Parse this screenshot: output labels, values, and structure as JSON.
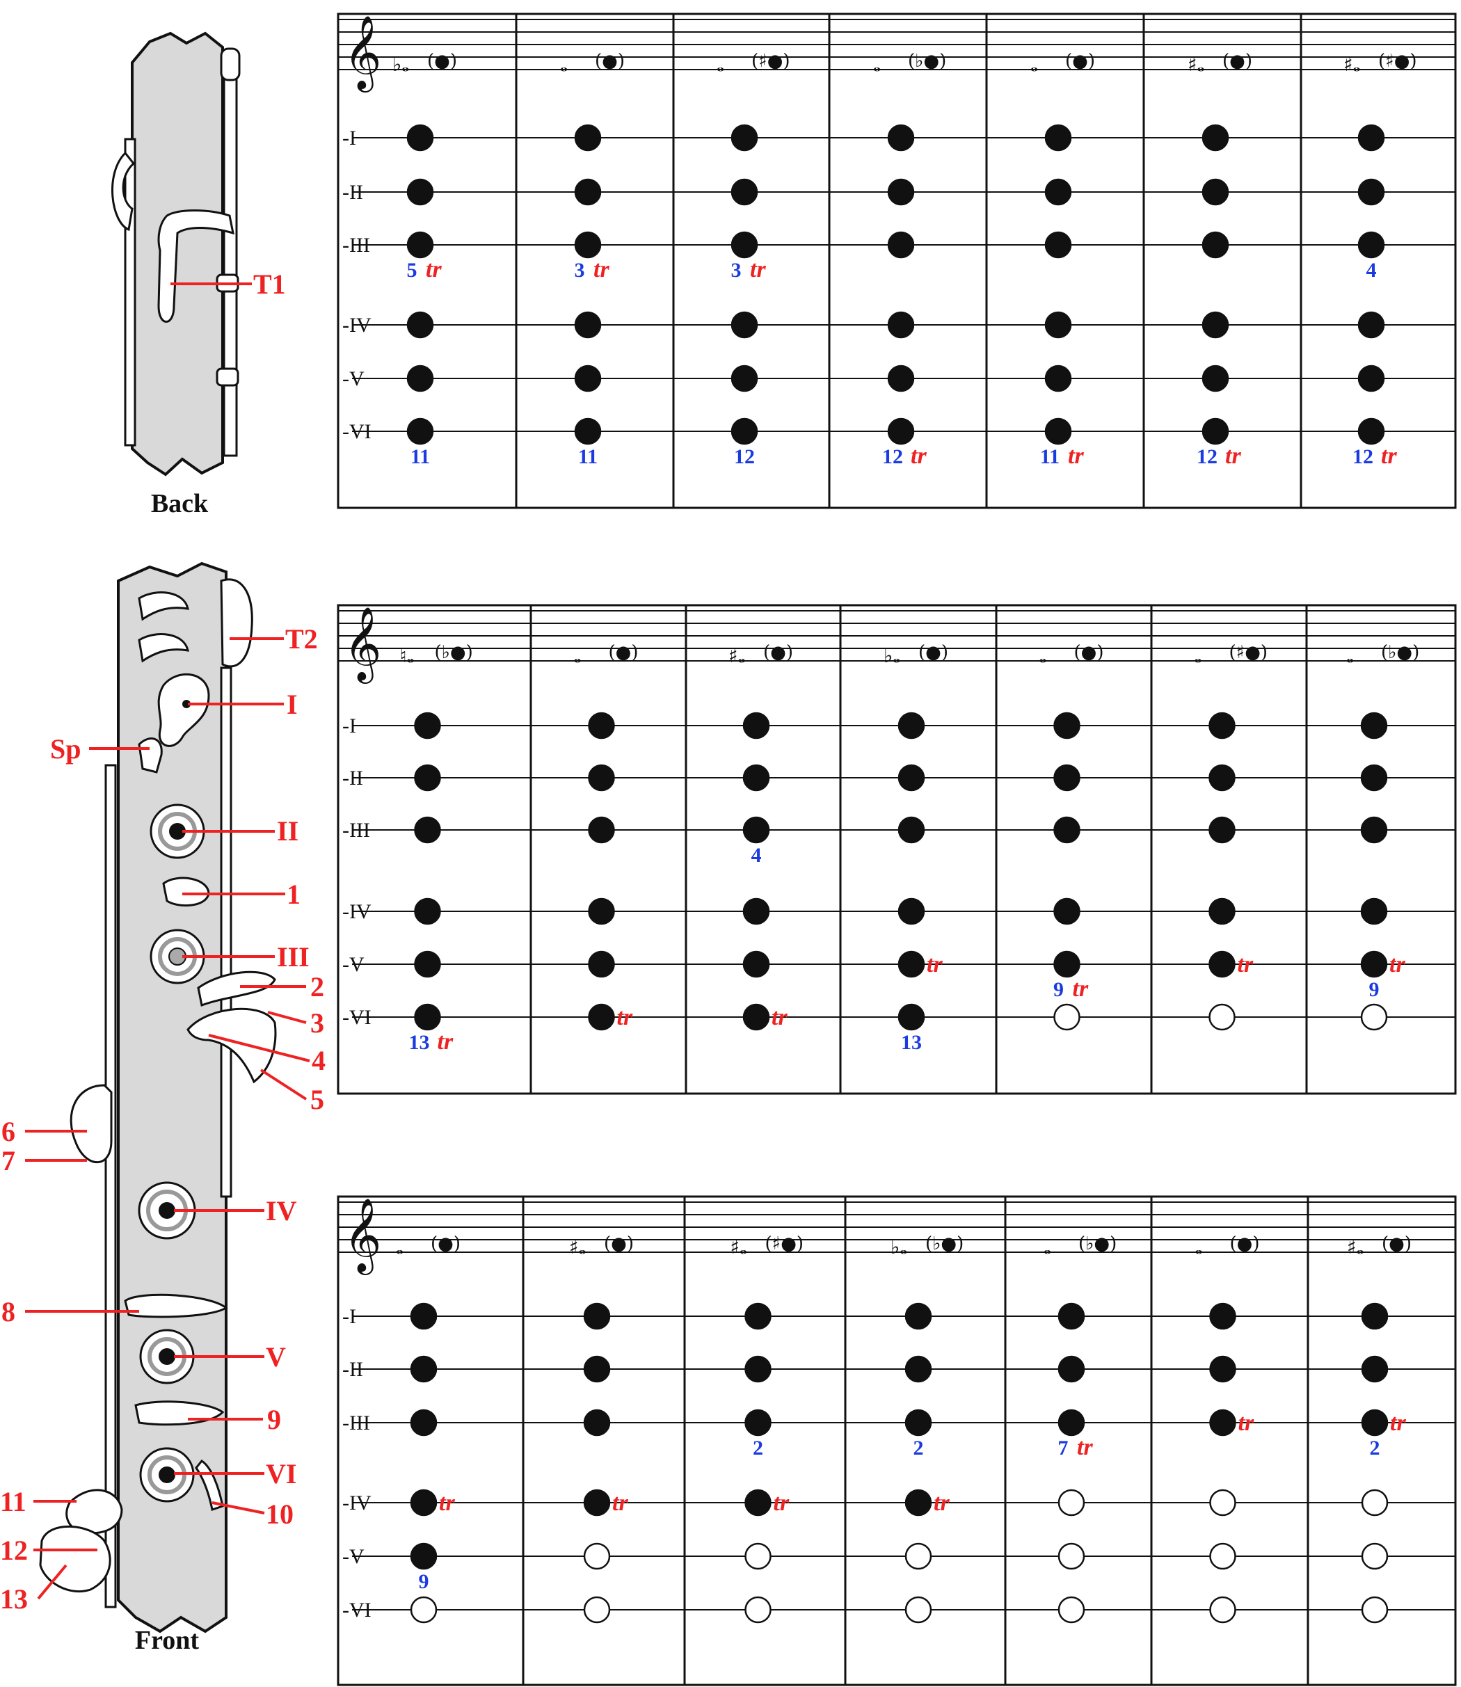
{
  "instrument_labels": {
    "back": {
      "caption": "Back",
      "keys": [
        "T1"
      ]
    },
    "front": {
      "caption": "Front",
      "keys_right": [
        "T2",
        "I",
        "II",
        "1",
        "III",
        "2",
        "3",
        "4",
        "5",
        "IV",
        "V",
        "9",
        "VI",
        "10"
      ],
      "keys_left": [
        "Sp",
        "6",
        "7",
        "8",
        "11",
        "12",
        "13"
      ]
    }
  },
  "hole_labels": [
    "I",
    "II",
    "III",
    "IV",
    "V",
    "VI"
  ],
  "colors": {
    "key_label": "#ee2222",
    "fingering_number": "#1a3be0",
    "trill_mark": "#ee2222",
    "body": "#d9d9d9",
    "ink": "#111111"
  },
  "trill_symbol": "tr",
  "charts": [
    {
      "notes": [
        {
          "main": "B♭",
          "trill": "B"
        },
        {
          "main": "B",
          "trill": "C"
        },
        {
          "main": "B",
          "trill": "C♯"
        },
        {
          "main": "C",
          "trill": "D♭"
        },
        {
          "main": "C",
          "trill": "D"
        },
        {
          "main": "C♯",
          "trill": "D"
        },
        {
          "main": "C♯",
          "trill": "D♯"
        }
      ],
      "columns": [
        {
          "holes": [
            "closed",
            "closed",
            "closed",
            "closed",
            "closed",
            "closed"
          ],
          "marks": [
            {
              "hole": 2,
              "pos": "below",
              "num": "5",
              "tr": true
            },
            {
              "hole": 5,
              "pos": "below",
              "num": "11",
              "tr": false
            }
          ]
        },
        {
          "holes": [
            "closed",
            "closed",
            "closed",
            "closed",
            "closed",
            "closed"
          ],
          "marks": [
            {
              "hole": 2,
              "pos": "below",
              "num": "3",
              "tr": true
            },
            {
              "hole": 5,
              "pos": "below",
              "num": "11",
              "tr": false
            }
          ]
        },
        {
          "holes": [
            "closed",
            "closed",
            "closed",
            "closed",
            "closed",
            "closed"
          ],
          "marks": [
            {
              "hole": 2,
              "pos": "below",
              "num": "3",
              "tr": true
            },
            {
              "hole": 5,
              "pos": "below",
              "num": "12",
              "tr": false
            }
          ]
        },
        {
          "holes": [
            "closed",
            "closed",
            "closed",
            "closed",
            "closed",
            "closed"
          ],
          "marks": [
            {
              "hole": 5,
              "pos": "below",
              "num": "12",
              "tr": true
            }
          ]
        },
        {
          "holes": [
            "closed",
            "closed",
            "closed",
            "closed",
            "closed",
            "closed"
          ],
          "marks": [
            {
              "hole": 5,
              "pos": "below",
              "num": "11",
              "tr": true
            }
          ]
        },
        {
          "holes": [
            "closed",
            "closed",
            "closed",
            "closed",
            "closed",
            "closed"
          ],
          "marks": [
            {
              "hole": 5,
              "pos": "below",
              "num": "12",
              "tr": true
            }
          ]
        },
        {
          "holes": [
            "closed",
            "closed",
            "closed",
            "closed",
            "closed",
            "closed"
          ],
          "marks": [
            {
              "hole": 2,
              "pos": "below",
              "num": "4",
              "tr": false
            },
            {
              "hole": 5,
              "pos": "below",
              "num": "12",
              "tr": true
            }
          ]
        }
      ]
    },
    {
      "notes": [
        {
          "main": "B♮",
          "trill": "C♭"
        },
        {
          "main": "C",
          "trill": "D"
        },
        {
          "main": "C♯",
          "trill": "D"
        },
        {
          "main": "D♭",
          "trill": "E"
        },
        {
          "main": "D",
          "trill": "E"
        },
        {
          "main": "D",
          "trill": "E♯"
        },
        {
          "main": "E",
          "trill": "F♭"
        }
      ],
      "columns": [
        {
          "holes": [
            "closed",
            "closed",
            "closed",
            "closed",
            "closed",
            "closed"
          ],
          "marks": [
            {
              "hole": 5,
              "pos": "below",
              "num": "13",
              "tr": true
            }
          ]
        },
        {
          "holes": [
            "closed",
            "closed",
            "closed",
            "closed",
            "closed",
            "closed"
          ],
          "marks": [
            {
              "hole": 5,
              "pos": "right",
              "num": "",
              "tr": true
            }
          ]
        },
        {
          "holes": [
            "closed",
            "closed",
            "closed",
            "closed",
            "closed",
            "closed"
          ],
          "marks": [
            {
              "hole": 2,
              "pos": "below",
              "num": "4",
              "tr": false
            },
            {
              "hole": 5,
              "pos": "right",
              "num": "",
              "tr": true
            }
          ]
        },
        {
          "holes": [
            "closed",
            "closed",
            "closed",
            "closed",
            "closed",
            "closed"
          ],
          "marks": [
            {
              "hole": 4,
              "pos": "right",
              "num": "",
              "tr": true
            },
            {
              "hole": 5,
              "pos": "below",
              "num": "13",
              "tr": false
            }
          ]
        },
        {
          "holes": [
            "closed",
            "closed",
            "closed",
            "closed",
            "closed",
            "open"
          ],
          "marks": [
            {
              "hole": 4,
              "pos": "below",
              "num": "9",
              "tr": true
            }
          ]
        },
        {
          "holes": [
            "closed",
            "closed",
            "closed",
            "closed",
            "closed",
            "open"
          ],
          "marks": [
            {
              "hole": 4,
              "pos": "right",
              "num": "",
              "tr": true
            }
          ]
        },
        {
          "holes": [
            "closed",
            "closed",
            "closed",
            "closed",
            "closed",
            "open"
          ],
          "marks": [
            {
              "hole": 4,
              "pos": "right",
              "num": "",
              "tr": true
            },
            {
              "hole": 4,
              "pos": "below",
              "num": "9",
              "tr": false
            }
          ]
        }
      ]
    },
    {
      "notes": [
        {
          "main": "E",
          "trill": "F"
        },
        {
          "main": "E♯",
          "trill": "F"
        },
        {
          "main": "E♯",
          "trill": "F♯"
        },
        {
          "main": "F♭",
          "trill": "G♭"
        },
        {
          "main": "F",
          "trill": "G♭"
        },
        {
          "main": "F",
          "trill": "G"
        },
        {
          "main": "F♯",
          "trill": "G"
        }
      ],
      "columns": [
        {
          "holes": [
            "closed",
            "closed",
            "closed",
            "closed",
            "closed",
            "open"
          ],
          "marks": [
            {
              "hole": 3,
              "pos": "right",
              "num": "",
              "tr": true
            },
            {
              "hole": 4,
              "pos": "below",
              "num": "9",
              "tr": false
            }
          ]
        },
        {
          "holes": [
            "closed",
            "closed",
            "closed",
            "closed",
            "open",
            "open"
          ],
          "marks": [
            {
              "hole": 3,
              "pos": "right",
              "num": "",
              "tr": true
            }
          ]
        },
        {
          "holes": [
            "closed",
            "closed",
            "closed",
            "closed",
            "open",
            "open"
          ],
          "marks": [
            {
              "hole": 2,
              "pos": "below",
              "num": "2",
              "tr": false
            },
            {
              "hole": 3,
              "pos": "right",
              "num": "",
              "tr": true
            }
          ]
        },
        {
          "holes": [
            "closed",
            "closed",
            "closed",
            "closed",
            "open",
            "open"
          ],
          "marks": [
            {
              "hole": 2,
              "pos": "below",
              "num": "2",
              "tr": false
            },
            {
              "hole": 3,
              "pos": "right",
              "num": "",
              "tr": true
            }
          ]
        },
        {
          "holes": [
            "closed",
            "closed",
            "closed",
            "open",
            "open",
            "open"
          ],
          "marks": [
            {
              "hole": 2,
              "pos": "below",
              "num": "7",
              "tr": true
            }
          ]
        },
        {
          "holes": [
            "closed",
            "closed",
            "closed",
            "open",
            "open",
            "open"
          ],
          "marks": [
            {
              "hole": 2,
              "pos": "right",
              "num": "",
              "tr": true
            }
          ]
        },
        {
          "holes": [
            "closed",
            "closed",
            "closed",
            "open",
            "open",
            "open"
          ],
          "marks": [
            {
              "hole": 2,
              "pos": "right",
              "num": "",
              "tr": true
            },
            {
              "hole": 2,
              "pos": "below",
              "num": "2",
              "tr": false
            }
          ]
        }
      ]
    }
  ]
}
